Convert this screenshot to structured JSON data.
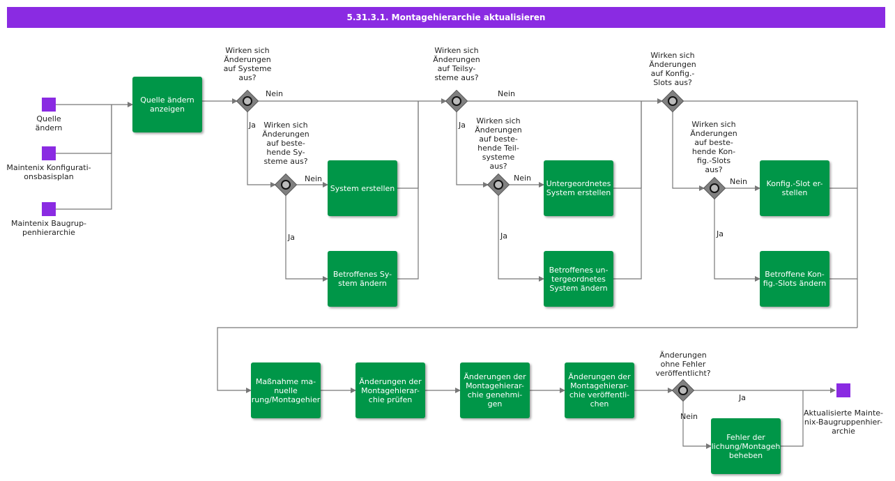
{
  "title": "5.31.3.1. Montagehierarchie aktualisieren",
  "colors": {
    "title_bar": "#8a2be2",
    "task": "#009648",
    "event": "#8a2be2",
    "gateway": "#808080"
  },
  "events": {
    "start1": "Quelle\nändern",
    "start2": "Maintenix Konfigurati-\nonsbasisplan",
    "start3": "Maintenix Baugrup-\npenhierarchie",
    "end": "Aktualisierte Mainte-\nnix-Baugruppenhier-\narchie"
  },
  "tasks": {
    "t1": "Quelle ändern\nanzeigen",
    "t2": "System erstellen",
    "t3": "Betroffenes Sy-\nstem ändern",
    "t4": "Untergeordnetes\nSystem erstellen",
    "t5": "Betroffenes un-\ntergeordnetes\nSystem ändern",
    "t6": "Konfig.-Slot er-\nstellen",
    "t7": "Betroffene Kon-\nfig.-Slots ändern",
    "t8": "Maßnahme ma-\nnuelle\nrung/Montagehier",
    "t9": "Änderungen der\nMontagehierar-\nchie prüfen",
    "t10": "Änderungen der\nMontagehierar-\nchie genehmi-\ngen",
    "t11": "Änderungen der\nMontagehierar-\nchie veröffentli-\nchen",
    "t12": "Fehler der\nlichung/Montageh\nbeheben"
  },
  "gateways": {
    "g1": "Wirken sich\nÄnderungen\nauf Systeme\naus?",
    "g2": "Wirken sich\nÄnderungen\nauf beste-\nhende Sy-\nsteme aus?",
    "g3": "Wirken sich\nÄnderungen\nauf Teilsy-\nsteme aus?",
    "g4": "Wirken sich\nÄnderungen\nauf beste-\nhende Teil-\nsysteme\naus?",
    "g5": "Wirken sich\nÄnderungen\nauf Konfig.-\nSlots aus?",
    "g6": "Wirken sich\nÄnderungen\nauf beste-\nhende Kon-\nfig.-Slots\naus?",
    "g7": "Änderungen\nohne Fehler\nveröffentlicht?"
  },
  "flow_labels": {
    "yes": "Ja",
    "no": "Nein"
  }
}
